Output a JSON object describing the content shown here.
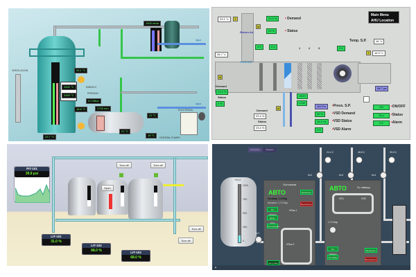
{
  "top_left": {
    "readings": [
      "20.1 °C",
      "18.8 °C",
      "3450 °C",
      "3450 °C",
      "0.0 Mbar",
      "1745 mm",
      "21 °C",
      "21 °C",
      "18 °C",
      "23.7 °C",
      "1000 mbar"
    ],
    "labels": [
      "VENTILACION",
      "EMBOLO",
      "PRESION",
      "ELECTRICAL",
      "CENTRAL PUMPS",
      "Agua",
      "Agua"
    ]
  },
  "top_right": {
    "menu": {
      "main_menu": "Main  Menu",
      "ahu_location": "AHU Location"
    },
    "return_air": "Return Air",
    "fresh_air": "Fresh Air",
    "return_temp": "23.1 °c",
    "fresh_temp": "26.7 °c",
    "top_demand": {
      "value": "23.5 %",
      "label": "Demand"
    },
    "top_status": {
      "value": "23 %",
      "label": "Status"
    },
    "temp_sp": {
      "label": "Temp. S.P.",
      "value": "16 °c"
    },
    "supply_temp": "16.3 °c",
    "filter_status": [
      "0 K",
      "0 K",
      "0 K"
    ],
    "coil_numbers": [
      "1",
      "2",
      "3"
    ],
    "fresh_demand": {
      "label": "Demand",
      "value": "23.5 %"
    },
    "fresh_status": {
      "label": "Status",
      "value": "0 %"
    },
    "valve_demand": {
      "label": "Demand",
      "value": "23.4 %"
    },
    "valve_status": {
      "label": "Status",
      "value": "23.4 %"
    },
    "pressure": "98.7 pa",
    "heater": [
      "HIGH",
      "LOW"
    ],
    "vsd": [
      {
        "value": "100 Pa",
        "label": "Press. S.P."
      },
      {
        "value": "65 %",
        "label": "VSD Demand"
      },
      {
        "value": "34.5 Hz",
        "label": "VSD Status"
      },
      {
        "value": "0 K",
        "label": "VSD Alarm"
      }
    ],
    "fan": [
      {
        "value": "ON",
        "label": "ON/OFF"
      },
      {
        "value": "Run",
        "label": "Status"
      },
      {
        "value": "0 K",
        "label": "Alarm"
      }
    ],
    "m_label": "M",
    "t_label": "T"
  },
  "bottom_left": {
    "pit": {
      "label": "PIT-101",
      "value": "39.9 psi"
    },
    "buttons": {
      "turn_off": "Turn off",
      "open": "Open"
    },
    "lit": [
      {
        "label": "LIT-101",
        "value": "31.0 %"
      },
      {
        "label": "LIT-102",
        "value": "68.0 %"
      },
      {
        "label": "LIT-103",
        "value": "68.0 %"
      }
    ],
    "tank_levels_percent": [
      31,
      68,
      68
    ]
  },
  "bottom_right": {
    "tabs": [
      "Контроль",
      "Журнал"
    ],
    "tank_label": "TS1.0",
    "scale": [
      "1000",
      "750",
      "500",
      "250",
      "0"
    ],
    "tank_level_percent": 12,
    "mode_left": "АВТО",
    "mode_right": "АВТО",
    "left_panel_title": "Постоянная",
    "right_panel_title": "По таймеру",
    "setpoint": "Уставка: 1.8 Бар",
    "actual": "Актуаль:  1.74 Бар",
    "pressure": "1.74 Бар",
    "gauges": [
      "24.4 C",
      "48.8 C",
      "39.8 C"
    ],
    "valves": [
      "Кл1",
      "Кл2",
      "Кл3",
      "Кл4"
    ],
    "pumps": [
      "НП1",
      "НП2",
      "НПак 1",
      "НПак 2"
    ],
    "green_buttons": [
      "По таймеру",
      "День/Ночь",
      "Постоянная",
      "Включить"
    ],
    "red_button": "Выключить",
    "bottom_green": [
      "По таймеру",
      "По НПак"
    ],
    "nav_button": "Настройки"
  }
}
